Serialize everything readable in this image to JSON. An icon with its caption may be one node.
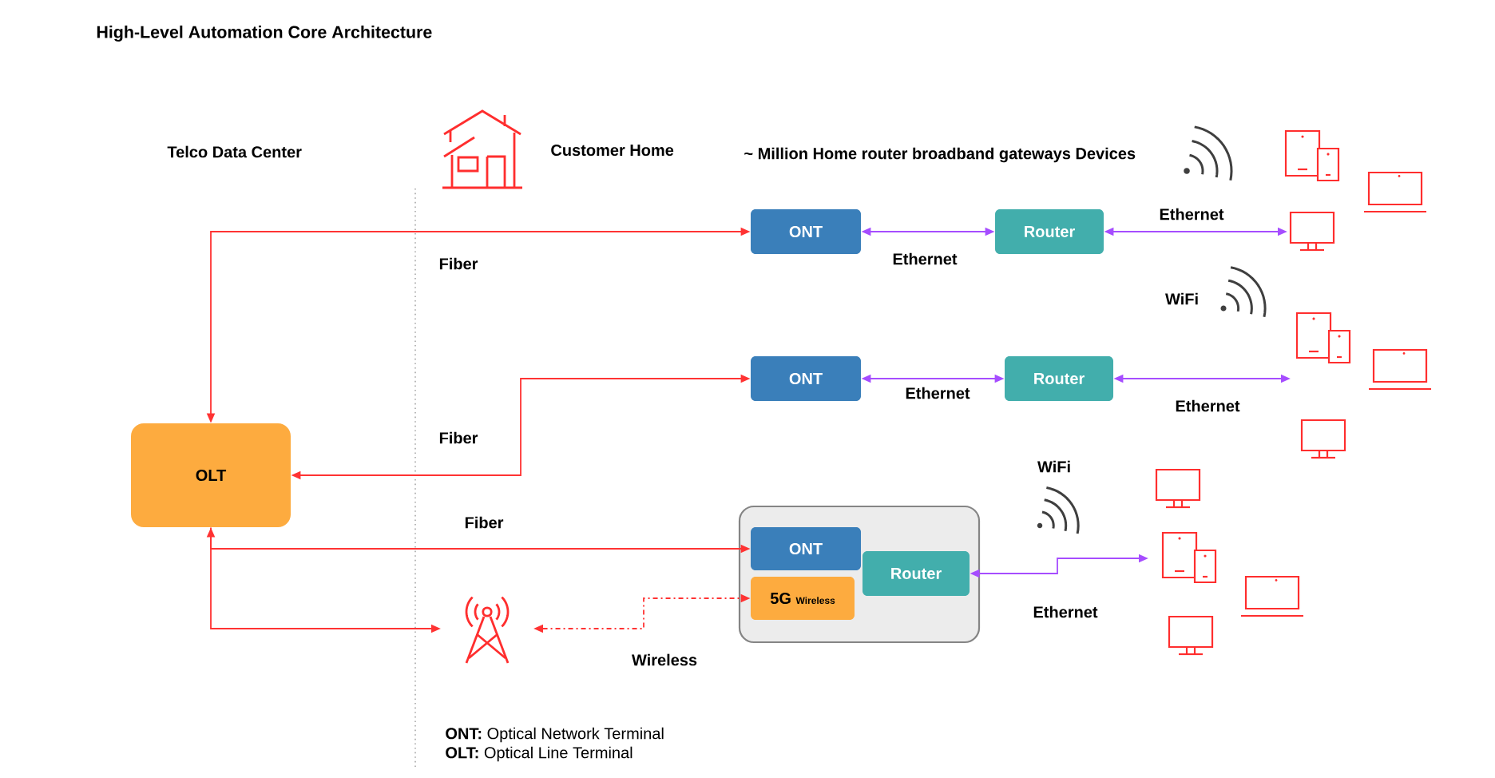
{
  "diagram": {
    "title": "High-Level Automation Core Architecture",
    "nodes": [
      {
        "text": [
          "OLT"
        ]
      },
      {
        "text": [
          "ONT"
        ]
      },
      {
        "text": [
          "Router"
        ]
      },
      {
        "text": [],
        "shape": "picture"
      },
      {
        "text": [
          "ONT"
        ]
      },
      {
        "text": [
          "Router"
        ]
      },
      {
        "text": [],
        "shape": "picture"
      },
      {
        "text": [],
        "shape": "box"
      },
      {
        "text": [
          "ONT"
        ],
        "in": 7
      },
      {
        "text": [
          "5G",
          "Wireless"
        ],
        "in": 7
      },
      {
        "text": [
          "Router"
        ],
        "in": 7
      },
      {
        "text": [],
        "shape": "picture"
      },
      {
        "text": [],
        "shape": "picture"
      }
    ],
    "edges": [
      {
        "from": 0,
        "to": 1,
        "arrow": "both",
        "label": "Fiber"
      },
      {
        "from": 0,
        "to": 4,
        "arrow": "both",
        "label": "Fiber"
      },
      {
        "from": 0,
        "to": 8,
        "arrow": "both",
        "label": "Fiber"
      },
      {
        "from": 0,
        "to": 12,
        "arrow": "to"
      },
      {
        "from": 12,
        "to": 9,
        "arrow": "both",
        "label": "Wireless",
        "style": "dashed"
      },
      {
        "from": 1,
        "to": 2,
        "arrow": "both",
        "label": "Ethernet",
        "color": "#a64dff"
      },
      {
        "from": 2,
        "to": 3,
        "arrow": "both",
        "label": "Ethernet",
        "color": "#a64dff"
      },
      {
        "from": 4,
        "to": 5,
        "arrow": "both",
        "label": "Ethernet",
        "color": "#a64dff"
      },
      {
        "from": 5,
        "to": 6,
        "arrow": "both",
        "label": "Ethernet",
        "color": "#a64dff"
      },
      {
        "from": 10,
        "to": 11,
        "arrow": "both",
        "label": "Ethernet",
        "color": "#a64dff"
      }
    ],
    "labels": [
      "Telco Data Center",
      "Customer Home",
      "~ Million Home router broadband gateways Devices",
      "WiFi",
      "WiFi",
      "**ONT:** Optical Network Terminal",
      "**OLT:** Optical Line Terminal"
    ]
  }
}
